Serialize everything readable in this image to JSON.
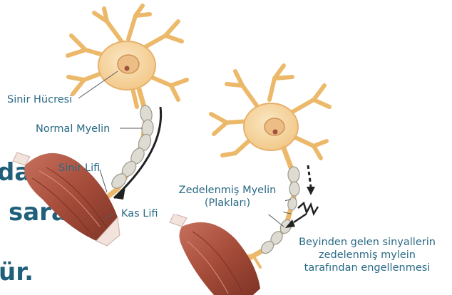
{
  "background_text": {
    "line1": "da",
    "line2": "saran",
    "line3": "ür."
  },
  "left_neuron": {
    "label_cell": "Sinir Hücresi",
    "label_myelin": "Normal Myelin",
    "label_nerve_fiber": "Sinir Lifi",
    "label_muscle_fiber": "Kas Lifi"
  },
  "right_neuron": {
    "label_damaged_line1": "Zedelenmiş Myelin",
    "label_damaged_line2": "(Plakları)",
    "label_blocked_line1": "Beyinden gelen sinyallerin",
    "label_blocked_line2": "zedelenmiş mylein",
    "label_blocked_line3": "tarafından engellenmesi"
  },
  "colors": {
    "neuron_fill": "#f7dba8",
    "neuron_stroke": "#e0a85a",
    "nucleus": "#e6b07a",
    "nucleolus": "#a0523d",
    "myelin": "#d8d6cc",
    "muscle": "#a8503e",
    "text": "#2a6a86",
    "bg_text": "#1f5f7a"
  }
}
